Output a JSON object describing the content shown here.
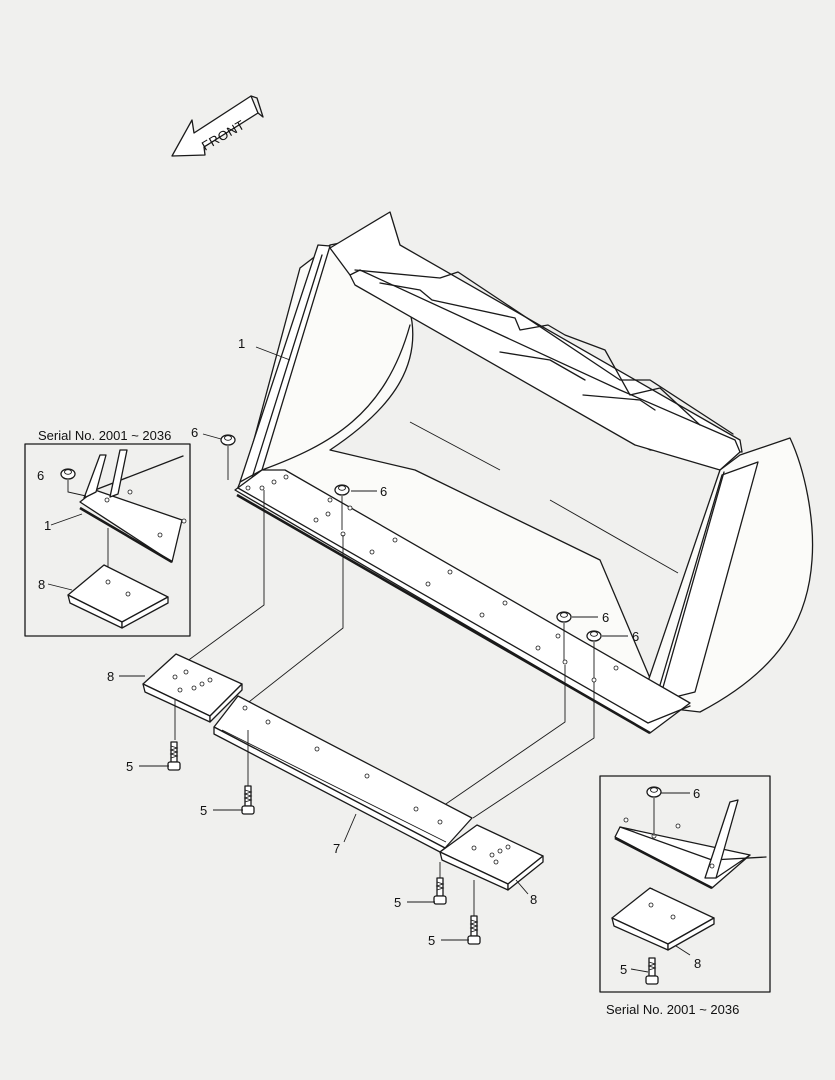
{
  "direction_label": "FRONT",
  "inset_left": {
    "serial": "Serial No. 2001 ~ 2036"
  },
  "inset_right": {
    "serial": "Serial No. 2001 ~ 2036"
  },
  "callouts": {
    "bucket": "1",
    "bolt": "5",
    "nut": "6",
    "cutting_edge": "7",
    "end_bit": "8"
  },
  "colors": {
    "line": "#1a1a1a",
    "background": "#f0f0ee"
  }
}
